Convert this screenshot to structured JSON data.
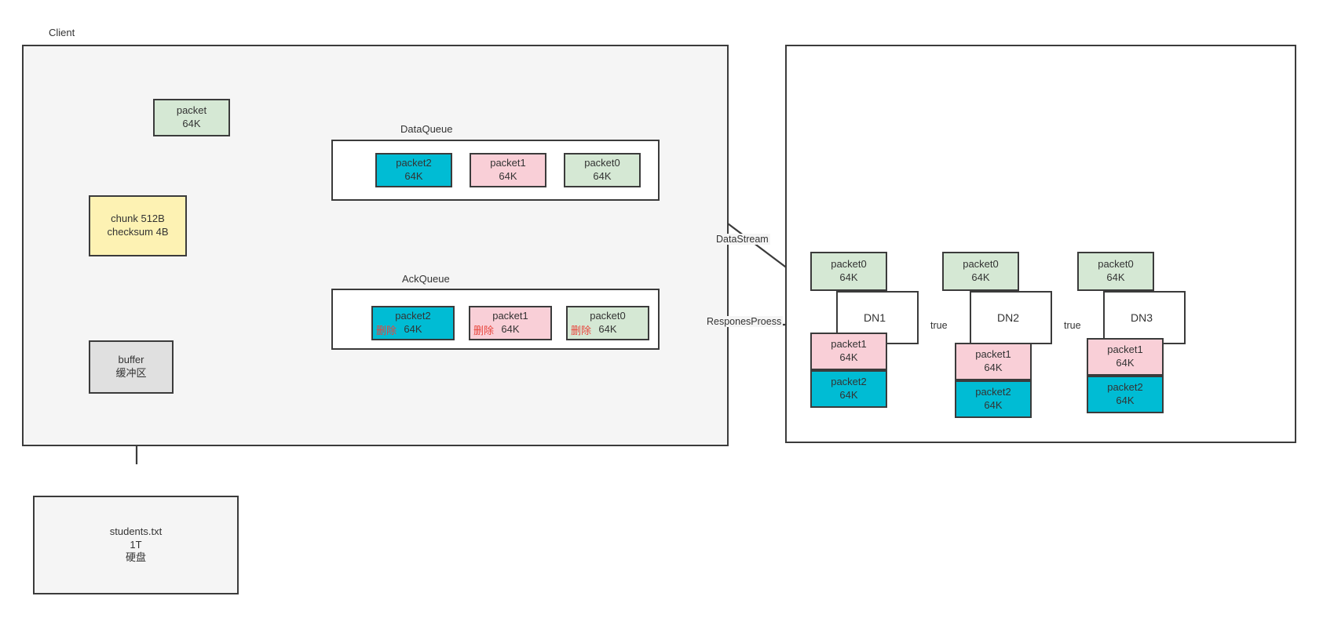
{
  "diagram": {
    "title_client": "Client",
    "labels": {
      "data_queue": "DataQueue",
      "ack_queue": "AckQueue",
      "data_stream": "DataStream",
      "respones_proess": "ResponesProess",
      "true": "true",
      "delete_cn": "删除"
    },
    "client": {
      "packet_top": {
        "name": "packet",
        "size": "64K",
        "color": "#d5e8d4"
      },
      "chunk": {
        "line1": "chunk  512B",
        "line2": "checksum 4B",
        "color": "#fdf2b3"
      },
      "buffer": {
        "line1": "buffer",
        "line2": "缓冲区",
        "color": "#e0e0e0"
      },
      "file": {
        "line1": "students.txt",
        "line2": "1T",
        "line3": "硬盘",
        "color": "#f5f5f5"
      }
    },
    "data_queue": {
      "items": [
        {
          "name": "packet2",
          "size": "64K",
          "color": "#00bcd4"
        },
        {
          "name": "packet1",
          "size": "64K",
          "color": "#f9cfd7"
        },
        {
          "name": "packet0",
          "size": "64K",
          "color": "#d5e8d4"
        }
      ]
    },
    "ack_queue": {
      "items": [
        {
          "name": "packet2",
          "size": "64K",
          "color": "#00bcd4",
          "mark": "删除"
        },
        {
          "name": "packet1",
          "size": "64K",
          "color": "#f9cfd7",
          "mark": "删除"
        },
        {
          "name": "packet0",
          "size": "64K",
          "color": "#d5e8d4",
          "mark": "删除"
        }
      ]
    },
    "datanodes": [
      {
        "name": "DN1",
        "packet0": {
          "name": "packet0",
          "size": "64K",
          "color": "#d5e8d4"
        },
        "packet1": {
          "name": "packet1",
          "size": "64K",
          "color": "#f9cfd7"
        },
        "packet2": {
          "name": "packet2",
          "size": "64K",
          "color": "#00bcd4"
        }
      },
      {
        "name": "DN2",
        "packet0": {
          "name": "packet0",
          "size": "64K",
          "color": "#d5e8d4"
        },
        "packet1": {
          "name": "packet1",
          "size": "64K",
          "color": "#f9cfd7"
        },
        "packet2": {
          "name": "packet2",
          "size": "64K",
          "color": "#00bcd4"
        }
      },
      {
        "name": "DN3",
        "packet0": {
          "name": "packet0",
          "size": "64K",
          "color": "#d5e8d4"
        },
        "packet1": {
          "name": "packet1",
          "size": "64K",
          "color": "#f9cfd7"
        },
        "packet2": {
          "name": "packet2",
          "size": "64K",
          "color": "#00bcd4"
        }
      }
    ],
    "ack_edges": [
      {
        "label": "true"
      },
      {
        "label": "true"
      }
    ]
  }
}
